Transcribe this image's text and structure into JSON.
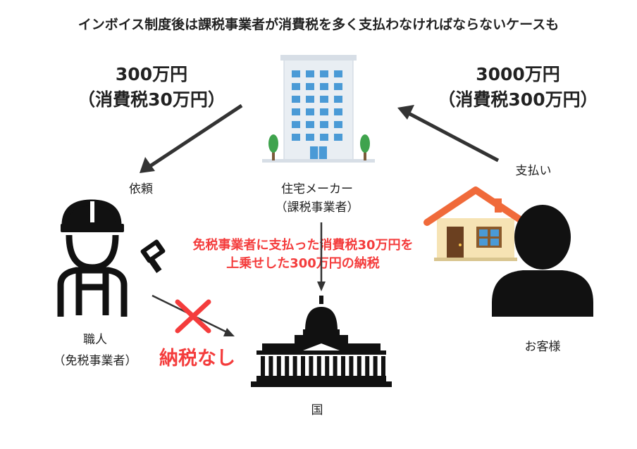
{
  "title": "インボイス制度後は課税事業者が消費税を多く支払わなければならないケースも",
  "left_price": {
    "line1": "300万円",
    "line2": "（消費税30万円）"
  },
  "right_price": {
    "line1": "3000万円",
    "line2": "（消費税300万円）"
  },
  "labels": {
    "request": "依頼",
    "payment": "支払い",
    "maker": {
      "line1": "住宅メーカー",
      "line2": "（課税事業者）"
    },
    "worker": {
      "line1": "職人",
      "line2": "（免税事業者）"
    },
    "customer": "お客様",
    "state": "国"
  },
  "notes": {
    "surcharge_line1": "免税事業者に支払った消費税30万円を",
    "surcharge_line2": "上乗せした300万円の納税",
    "no_tax": "納税なし"
  },
  "colors": {
    "accent_red": "#f43c3c",
    "arrow": "#333333",
    "building_blue": "#4a9ad6",
    "roof_orange": "#f06a3a"
  },
  "icons": [
    "office-building-icon",
    "worker-helmet-icon",
    "hammer-icon",
    "house-icon",
    "customer-person-icon",
    "capitol-building-icon",
    "cross-mark-icon"
  ]
}
